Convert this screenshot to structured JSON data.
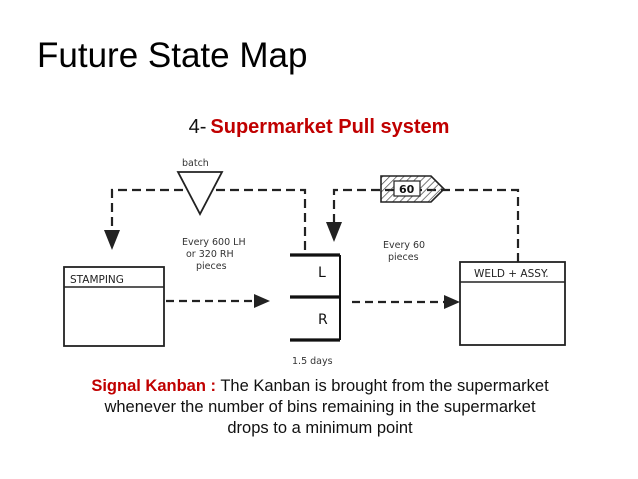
{
  "slide": {
    "title": "Future State Map",
    "subtitle_number": "4-",
    "subtitle_highlight": "Supermarket Pull system"
  },
  "diagram": {
    "batch_label": "batch",
    "left_note": [
      "Every 600 LH",
      "or 320 RH",
      "pieces"
    ],
    "right_note": [
      "Every 60",
      "pieces"
    ],
    "kanban_qty": "60",
    "stamping_label": "STAMPING",
    "weld_label": "WELD + ASSY.",
    "bin_l": "L",
    "bin_r": "R",
    "days_label": "1.5 days"
  },
  "caption": {
    "term": "Signal Kanban :",
    "text_line1": "The Kanban is brought from the supermarket",
    "text_line2": "whenever the number of bins remaining in the supermarket",
    "text_line3": "drops to a minimum point"
  }
}
